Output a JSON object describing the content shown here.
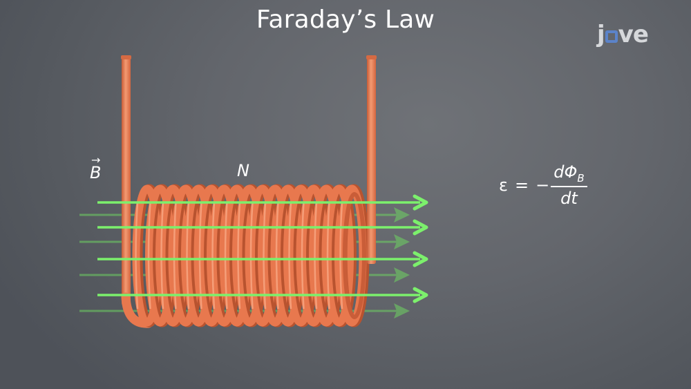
{
  "slide": {
    "title": "Faraday’s Law",
    "logo": {
      "left": "j",
      "middle_icon": "speech-bubble-o",
      "right": "ve",
      "accent_color": "#5b83c9"
    }
  },
  "diagram": {
    "field_label": "B",
    "field_label_vector_mark": "→",
    "coil_label": "N",
    "coil_color": "#e8784e",
    "field_line_color": "#7cf06c",
    "coil_turns": 17,
    "bright_arrow_rows_y": [
      293,
      329,
      375,
      427
    ],
    "dim_arrow_rows_y": [
      311,
      350,
      398,
      450
    ]
  },
  "formula": {
    "lhs": "ε",
    "equals": "=",
    "sign": "−",
    "numerator": "dΦ",
    "numerator_subscript": "B",
    "denominator": "dt"
  }
}
